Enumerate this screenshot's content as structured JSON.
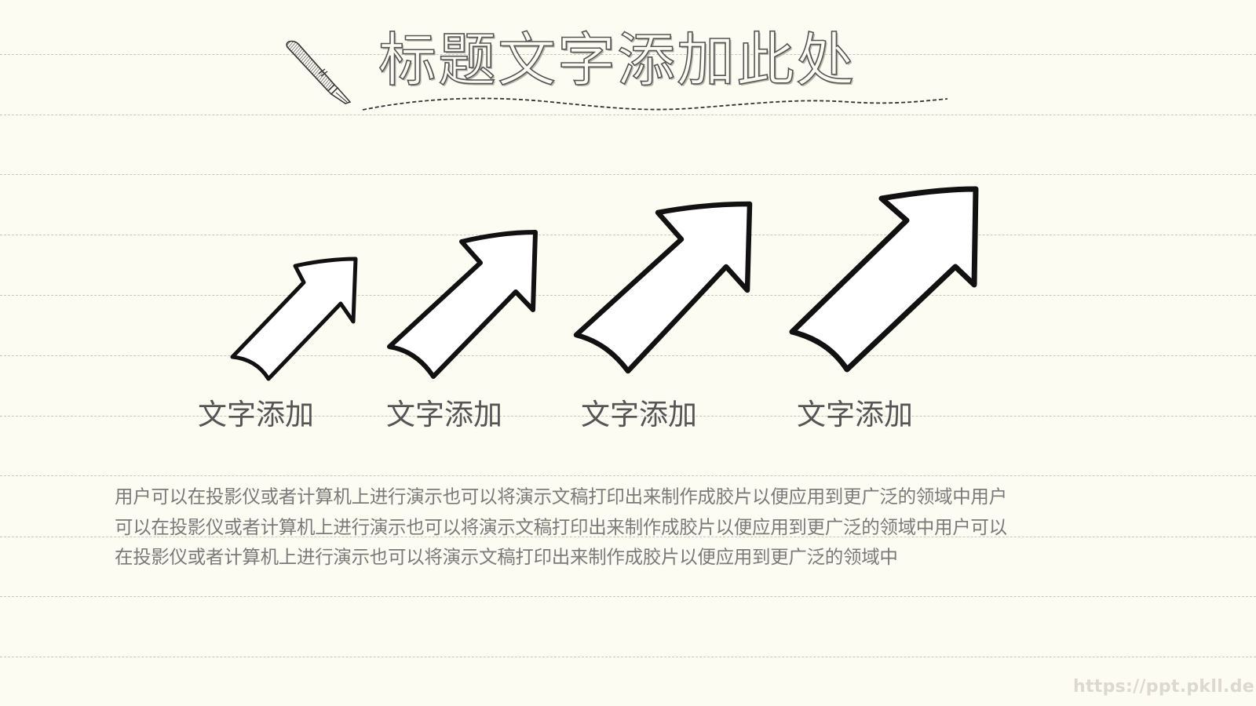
{
  "slide": {
    "title": "标题文字添加此处",
    "items": [
      {
        "label": "文字添加"
      },
      {
        "label": "文字添加"
      },
      {
        "label": "文字添加"
      },
      {
        "label": "文字添加"
      }
    ],
    "body_lines": [
      "用户可以在投影仪或者计算机上进行演示也可以将演示文稿打印出来制作成胶片以便应用到更广泛的领域中用户",
      "可以在投影仪或者计算机上进行演示也可以将演示文稿打印出来制作成胶片以便应用到更广泛的领域中用户可以",
      "在投影仪或者计算机上进行演示也可以将演示文稿打印出来制作成胶片以便应用到更广泛的领域中"
    ],
    "watermark": "https://ppt.pkll.de"
  },
  "icons": {
    "title_decoration": "fountain-pen-icon",
    "item_icon": "arrow-up-right-icon"
  },
  "colors": {
    "background": "#fdfcf3",
    "ruled_line": "#c9c6bb",
    "text": "#555555",
    "body_text": "#7a7a7a",
    "arrow_stroke": "#111111"
  }
}
